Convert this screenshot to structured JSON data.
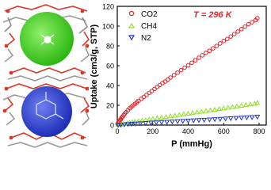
{
  "figure": {
    "panel": "MOF crystal structure with cages",
    "colors": {
      "green_cage": "#3fd61f",
      "blue_cage": "#2f3fd8",
      "framework_red": "#d83a2a",
      "framework_gray": "#9a9a9a",
      "co2": "#e0242b",
      "ch4": "#8fe022",
      "n2": "#2030c8"
    }
  },
  "chart_data": {
    "type": "scatter",
    "annotation": "T = 296 K",
    "xlabel": "P (mmHg)",
    "ylabel": "Uptake (cm3/g, STP)",
    "xlim": [
      0,
      840
    ],
    "ylim": [
      0,
      120
    ],
    "xticks": [
      0,
      200,
      400,
      600,
      800
    ],
    "yticks": [
      0,
      20,
      40,
      60,
      80,
      100,
      120
    ],
    "xtick_labels": [
      "0",
      "200",
      "400",
      "600",
      "800"
    ],
    "ytick_labels": [
      "0",
      "20",
      "40",
      "60",
      "80",
      "100",
      "120"
    ],
    "grid": false,
    "legend": "top-left",
    "series": [
      {
        "name": "CO2",
        "marker": "circle-open",
        "color": "#e0242b",
        "x": [
          2,
          5,
          8,
          12,
          16,
          20,
          25,
          30,
          36,
          42,
          50,
          60,
          70,
          80,
          90,
          100,
          110,
          120,
          135,
          150,
          165,
          180,
          195,
          210,
          225,
          240,
          255,
          270,
          285,
          300,
          320,
          340,
          360,
          380,
          400,
          420,
          440,
          460,
          480,
          500,
          520,
          540,
          560,
          580,
          600,
          620,
          640,
          660,
          680,
          700,
          720,
          740,
          760,
          780,
          790
        ],
        "y": [
          1,
          2,
          3,
          4,
          5,
          6,
          7.5,
          8.5,
          10,
          11.5,
          13,
          15,
          17,
          18.5,
          20,
          21.5,
          23,
          24.5,
          26.5,
          28.5,
          30.5,
          32.5,
          34.5,
          36.5,
          38.5,
          40.5,
          42.5,
          44,
          46,
          48,
          50.5,
          53,
          55.5,
          58,
          60.5,
          63,
          65.5,
          68,
          70.5,
          73,
          75,
          77.5,
          80,
          82.5,
          85,
          87,
          89.5,
          92,
          94.5,
          97,
          99.5,
          102,
          104,
          106,
          108
        ]
      },
      {
        "name": "CH4",
        "marker": "triangle-up-open",
        "color": "#8fe022",
        "x": [
          5,
          15,
          25,
          40,
          55,
          70,
          85,
          100,
          120,
          140,
          160,
          180,
          200,
          225,
          250,
          275,
          300,
          325,
          350,
          375,
          400,
          425,
          450,
          475,
          500,
          525,
          550,
          575,
          600,
          625,
          650,
          675,
          700,
          725,
          750,
          775,
          790
        ],
        "y": [
          0.2,
          0.6,
          1,
          1.5,
          2,
          2.5,
          3,
          3.5,
          4,
          4.6,
          5.2,
          5.8,
          6.3,
          7,
          7.6,
          8.3,
          9,
          9.6,
          10.3,
          11,
          11.6,
          12.3,
          13,
          13.6,
          14.3,
          15,
          15.6,
          16.3,
          17,
          17.6,
          18.3,
          19,
          19.6,
          20.3,
          21,
          21.6,
          22.5
        ]
      },
      {
        "name": "N2",
        "marker": "triangle-down-open",
        "color": "#2030c8",
        "x": [
          5,
          20,
          40,
          60,
          80,
          100,
          130,
          160,
          190,
          220,
          250,
          280,
          310,
          340,
          370,
          400,
          430,
          460,
          490,
          520,
          550,
          580,
          610,
          640,
          670,
          700,
          730,
          760,
          790
        ],
        "y": [
          0,
          0.3,
          0.6,
          0.9,
          1.1,
          1.4,
          1.7,
          2,
          2.3,
          2.6,
          2.9,
          3.2,
          3.5,
          3.8,
          4.1,
          4.4,
          4.7,
          5,
          5.3,
          5.6,
          5.9,
          6.2,
          6.5,
          6.8,
          7.1,
          7.4,
          7.7,
          8,
          8.4
        ]
      }
    ]
  }
}
